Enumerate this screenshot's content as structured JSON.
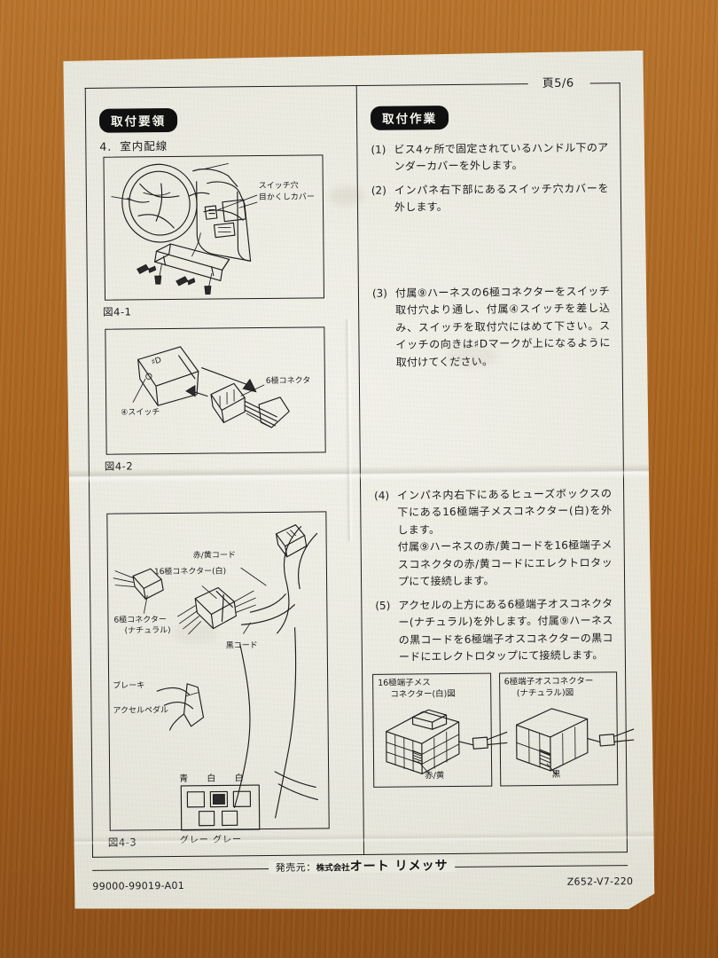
{
  "document": {
    "page_number": "頁5/6",
    "left_section_badge": "取付要領",
    "right_section_badge": "取付作業",
    "section_number": "4.",
    "section_title": "室内配線"
  },
  "figures": [
    {
      "caption": "図4-1",
      "labels": {
        "switch_hole_l1": "スイッチ穴",
        "switch_hole_l2": "目かくしカバー"
      }
    },
    {
      "caption": "図4-2",
      "labels": {
        "switch": "④スイッチ",
        "connector": "6極コネクタ",
        "switch_mark": "D"
      }
    },
    {
      "caption": "図4-3",
      "labels": {
        "red_yellow_cord": "赤/黄コード",
        "connector16": "16極コネクター(白)",
        "connector6_l1": "6極コネクター",
        "connector6_l2": "(ナチュラル)",
        "black_cord": "黒コード",
        "brake": "ブレーキ",
        "accel_pedal": "アクセルペダル",
        "pin_top": "青 白 白",
        "pin_bottom": "グレー  グレー"
      }
    }
  ],
  "steps": [
    {
      "num": "(1)",
      "text": "ビス4ヶ所で固定されているハンドル下のアンダーカバーを外します。"
    },
    {
      "num": "(2)",
      "text": "インパネ右下部にあるスイッチ穴カバーを外します。"
    },
    {
      "num": "(3)",
      "text": "付属⑨ハーネスの6極コネクターをスイッチ取付穴より通し、付属④スイッチを差し込み、スイッチを取付穴にはめて下さい。スイッチの向きは♯Dマークが上になるように取付けてください。"
    },
    {
      "num": "(4)",
      "text": "インパネ内右下にあるヒューズボックスの下にある16極端子メスコネクター(白)を外します。",
      "sub": "付属⑨ハーネスの赤/黄コードを16極端子メスコネクタの赤/黄コードにエレクトロタップにて接続します。"
    },
    {
      "num": "(5)",
      "text": "アクセルの上方にある6極端子オスコネクター(ナチュラル)を外します。付属⑨ハーネスの黒コードを6極端子オスコネクターの黒コードにエレクトロタップにて接続します。"
    }
  ],
  "panels": [
    {
      "title_l1": "16極端子メス",
      "title_l2": "コネクター(白)図",
      "wire_label": "赤/黄"
    },
    {
      "title_l1": "6極端子オスコネクター",
      "title_l2": "(ナチュラル)図",
      "wire_label": "黒"
    }
  ],
  "footer": {
    "left_code": "99000-99019-A01",
    "publisher_label": "発売元：",
    "corp_prefix": "株式会社",
    "brand": "オート リメッサ",
    "right_code": "Z652-V7-220"
  },
  "colors": {
    "desk": "#a9631f",
    "paper": "#eae9df",
    "ink": "#1c1c1c",
    "badge_bg": "#101010"
  }
}
